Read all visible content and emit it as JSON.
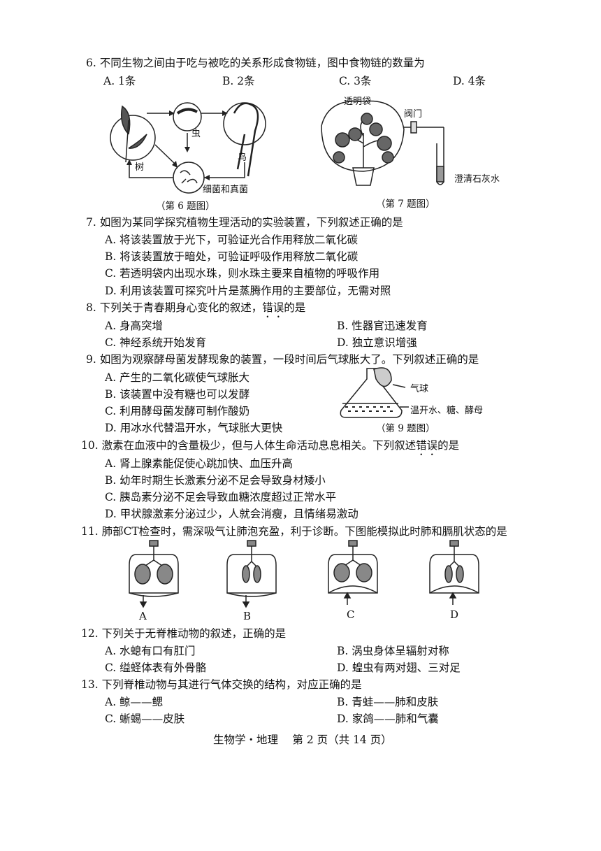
{
  "questions": {
    "q6": {
      "stem": "6. 不同生物之间由于吃与被吃的关系形成食物链，图中食物链的数量为",
      "options": [
        "A. 1条",
        "B. 2条",
        "C. 3条",
        "D. 4条"
      ]
    },
    "fig6": {
      "caption": "（第 6 题图）",
      "labels": {
        "tree": "树",
        "insect": "虫",
        "bird": "鸟",
        "microbe": "细菌和真菌"
      }
    },
    "fig7": {
      "caption": "（第 7 题图）",
      "labels": {
        "bag": "透明袋",
        "valve": "阀门",
        "limewater": "澄清石灰水"
      }
    },
    "q7": {
      "stem": "7. 如图为某同学探究植物生理活动的实验装置，下列叙述正确的是",
      "options": [
        "A. 将该装置放于光下，可验证光合作用释放二氧化碳",
        "B. 将该装置放于暗处，可验证呼吸作用释放二氧化碳",
        "C. 若透明袋内出现水珠，则水珠主要来自植物的呼吸作用",
        "D. 利用该装置可探究叶片是蒸腾作用的主要部位，无需对照"
      ]
    },
    "q8": {
      "stem_pre": "8. 下列关于青春期身心变化的叙述，",
      "stem_mark": "错误",
      "stem_post": "的是",
      "options": [
        "A. 身高突增",
        "B. 性器官迅速发育",
        "C. 神经系统开始发育",
        "D. 独立意识增强"
      ]
    },
    "q9": {
      "stem": "9. 如图为观察酵母菌发酵现象的装置，一段时间后气球胀大了。下列叙述正确的是",
      "options": [
        "A. 产生的二氧化碳使气球胀大",
        "B. 该装置中没有糖也可以发酵",
        "C. 利用酵母菌发酵可制作酸奶",
        "D. 用冰水代替温开水，气球胀大更快"
      ]
    },
    "fig9": {
      "caption": "（第 9 题图）",
      "labels": {
        "balloon": "气球",
        "mixture": "温开水、糖、酵母"
      }
    },
    "q10": {
      "stem_pre": "10. 激素在血液中的含量极少，但与人体生命活动息息相关。下列叙述",
      "stem_mark": "错误",
      "stem_post": "的是",
      "options": [
        "A. 肾上腺素能促使心跳加快、血压升高",
        "B. 幼年时期生长激素分泌不足会导致身材矮小",
        "C. 胰岛素分泌不足会导致血糖浓度超过正常水平",
        "D. 甲状腺激素分泌过少，人就会消瘦，且情绪易激动"
      ]
    },
    "q11": {
      "stem": "11. 肺部CT检查时，需深吸气让肺泡充盈，利于诊断。下图能模拟此时肺和膈肌状态的是",
      "figure_labels": [
        "A",
        "B",
        "C",
        "D"
      ]
    },
    "q12": {
      "stem": "12. 下列关于无脊椎动物的叙述，正确的是",
      "options": [
        "A. 水螅有口有肛门",
        "B. 涡虫身体呈辐射对称",
        "C. 缢蛏体表有外骨骼",
        "D. 蝗虫有两对翅、三对足"
      ]
    },
    "q13": {
      "stem": "13. 下列脊椎动物与其进行气体交换的结构，对应正确的是",
      "options": [
        "A. 鲸——鳃",
        "B. 青蛙——肺和皮肤",
        "C. 蜥蜴——皮肤",
        "D. 家鸽——肺和气囊"
      ]
    }
  },
  "footer": "生物学・地理　 第 2 页（共 14 页）"
}
